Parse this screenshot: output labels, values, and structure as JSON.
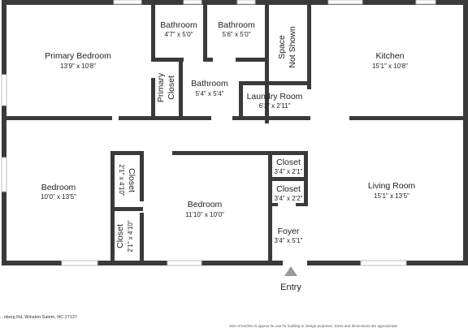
{
  "rooms": {
    "primary_bedroom": {
      "name": "Primary Bedroom",
      "dims": "13'9\" x 10'8\""
    },
    "bathroom_1": {
      "name": "Bathroom",
      "dims": "4'7\" x 5'0\""
    },
    "bathroom_2": {
      "name": "Bathroom",
      "dims": "5'6\" x 5'0\""
    },
    "space_not_shown": {
      "line1": "Space",
      "line2": "Not Shown"
    },
    "kitchen": {
      "name": "Kitchen",
      "dims": "15'1\" x 10'8\""
    },
    "primary_closet": {
      "line1": "Primary",
      "line2": "Closet"
    },
    "bathroom_3": {
      "name": "Bathroom",
      "dims": "5'4\" x 5'4\""
    },
    "laundry_room": {
      "name": "Laundry Room",
      "dims": "6'1\" x 2'11\""
    },
    "bedroom_left": {
      "name": "Bedroom",
      "dims": "10'0\" x 13'5\""
    },
    "closet_upper": {
      "name": "Closet",
      "dims": "2'1\" x 4'10\""
    },
    "bedroom_center": {
      "name": "Bedroom",
      "dims": "11'10\" x 10'0\""
    },
    "closet_lower": {
      "name": "Closet",
      "dims": "2'1\" x 4'10\""
    },
    "closet_a": {
      "name": "Closet",
      "dims": "3'4\" x 2'1\""
    },
    "closet_b": {
      "name": "Closet",
      "dims": "3'4\" x 2'2\""
    },
    "foyer": {
      "name": "Foyer",
      "dims": "3'4\" x 5'1\""
    },
    "living_room": {
      "name": "Living Room",
      "dims": "15'1\" x 13'5\""
    }
  },
  "entry_label": "Entry",
  "footer": {
    "address": "...nberg Rd, Winston Salem, NC 27127",
    "disclaimer": "Size of torches is approx for use for building or design purposes. Sizes and dimensions are approximate"
  },
  "colors": {
    "wall": "#3a3a3a",
    "window": "#ffffff",
    "arrow": "#9a9a9a"
  }
}
